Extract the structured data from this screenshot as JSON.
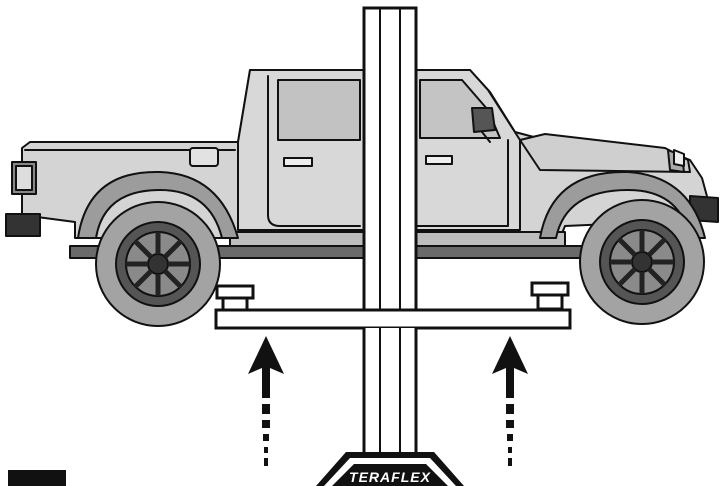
{
  "brand": {
    "logo_text": "TERAFLEX"
  },
  "diagram": {
    "subject": "truck-on-two-post-lift",
    "arrow_count": 2,
    "arrow_direction": "up"
  },
  "colors": {
    "background": "#ffffff",
    "line": "#111111",
    "body_gray": "#d0d0d0",
    "window_gray": "#c2c2c2",
    "tire_gray": "#9a9a9a",
    "dark": "#1a1a1a"
  }
}
